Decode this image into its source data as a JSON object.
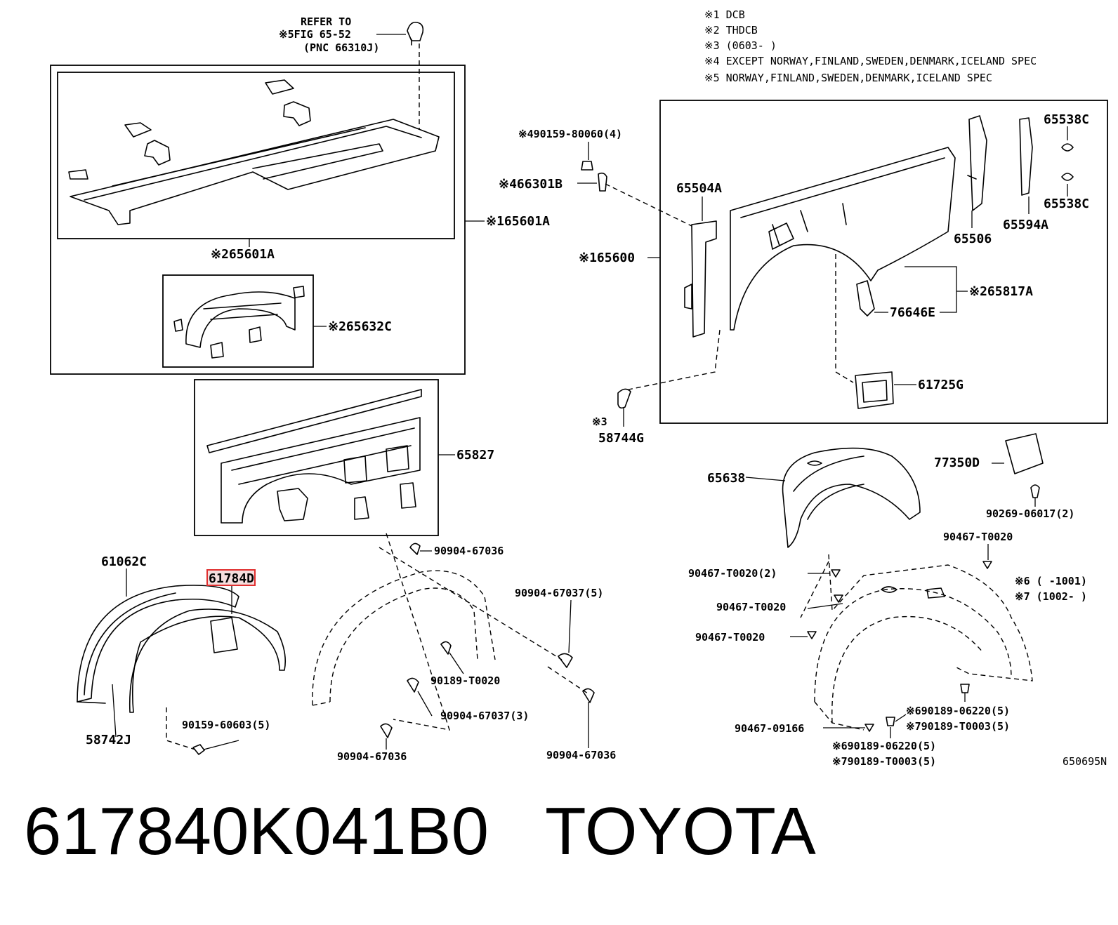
{
  "caption": {
    "part_number": "617840K041B0",
    "brand": "TOYOTA"
  },
  "figure_id": "650695N",
  "notes": [
    "※1 DCB",
    "※2 THDCB",
    "※3 (0603-      )",
    "※4 EXCEPT NORWAY,FINLAND,SWEDEN,DENMARK,ICELAND SPEC",
    "※5 NORWAY,FINLAND,SWEDEN,DENMARK,ICELAND SPEC"
  ],
  "notes_right": [
    "※6 (      -1001)",
    "※7 (1002-      )"
  ],
  "refer": {
    "line1": "REFER TO",
    "line2": "※5FIG 65-52",
    "line3": "(PNC 66310J)"
  },
  "labels": {
    "l165601A": "※165601A",
    "l265601A": "※265601A",
    "l265632C": "※265632C",
    "l65827": "65827",
    "l61062C": "61062C",
    "l61784D": "61784D",
    "l58742J": "58742J",
    "l9015960603": "90159-60603(5)",
    "l9090467036a": "90904-67036",
    "l9090467037a": "90904-67037(5)",
    "l90189T0020": "90189-T0020",
    "l9090467037b": "90904-67037(3)",
    "l9090467036b": "90904-67036",
    "l9090467036c": "90904-67036",
    "l90159_80060": "※490159-80060(4)",
    "l466301B": "※466301B",
    "l165600": "※165600",
    "l65504A": "65504A",
    "l58744G": "58744G",
    "l3mark": "※3",
    "l65538Ca": "65538C",
    "l65538Cb": "65538C",
    "l65506": "65506",
    "l65594A": "65594A",
    "l265817A": "※265817A",
    "l76646E": "76646E",
    "l61725G": "61725G",
    "l65638": "65638",
    "l77350D": "77350D",
    "l9026906017": "90269-06017(2)",
    "l90467T0020a": "90467-T0020",
    "l90467T0020b": "90467-T0020(2)",
    "l90467T0020c": "90467-T0020",
    "l90467T0020d": "90467-T0020",
    "l9046709166": "90467-09166",
    "l690189a": "※690189-06220(5)",
    "l790189a": "※790189-T0003(5)",
    "l690189b": "※690189-06220(5)",
    "l790189b": "※790189-T0003(5)"
  }
}
